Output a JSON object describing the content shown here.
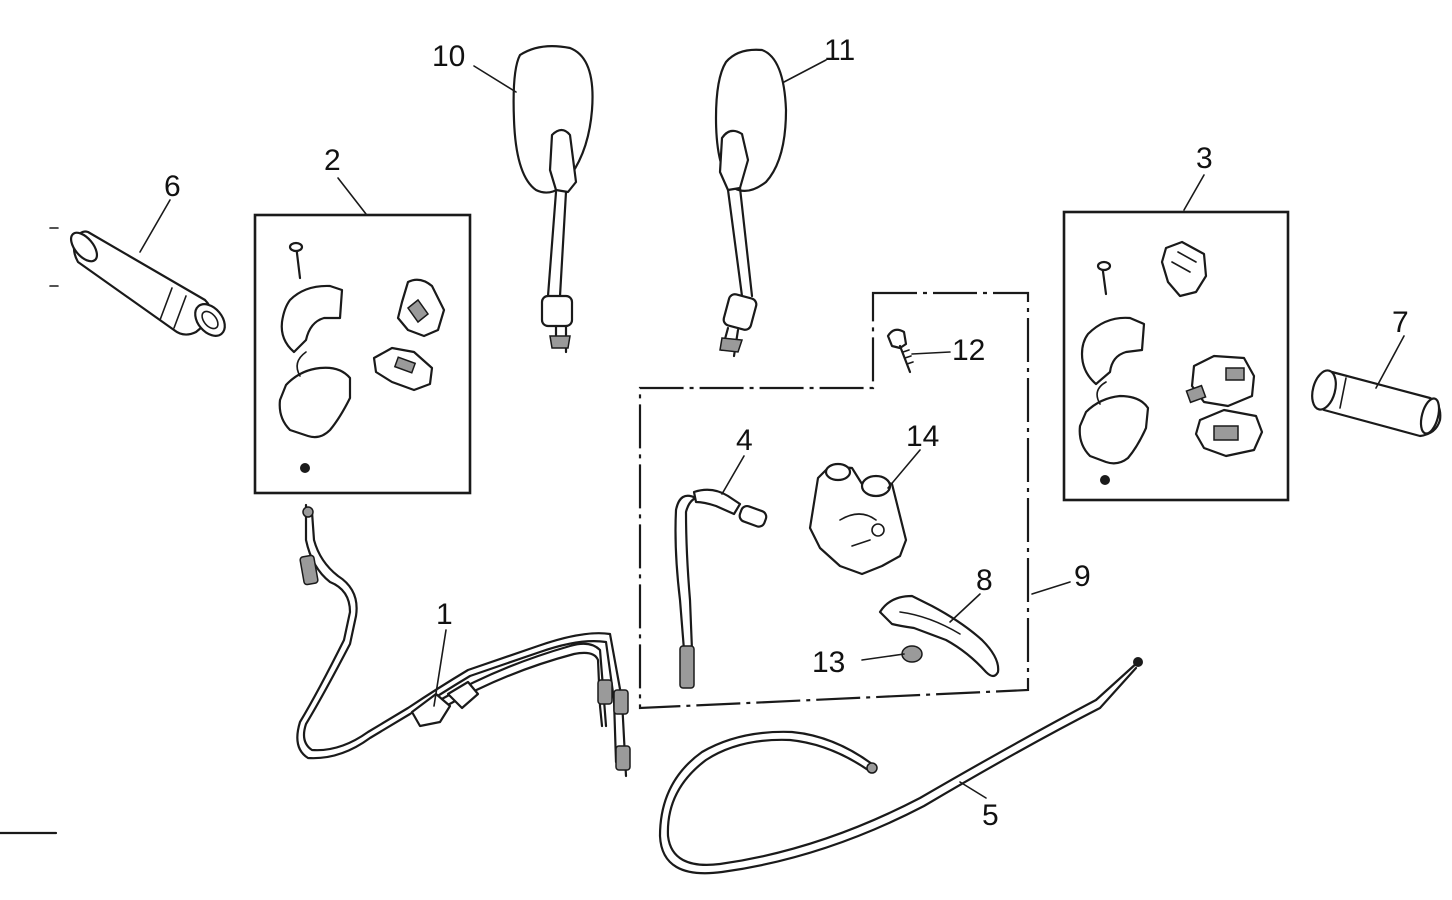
{
  "callouts": {
    "c1": "1",
    "c2": "2",
    "c3": "3",
    "c4": "4",
    "c5": "5",
    "c6": "6",
    "c7": "7",
    "c8": "8",
    "c9": "9",
    "c10": "10",
    "c11": "11",
    "c12": "12",
    "c13": "13",
    "c14": "14"
  },
  "colors": {
    "line": "#1a1a1a",
    "background": "#ffffff"
  }
}
